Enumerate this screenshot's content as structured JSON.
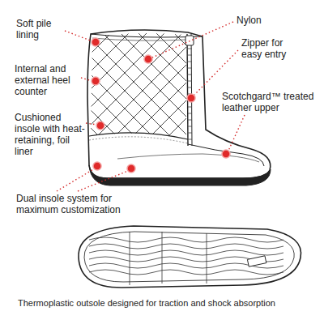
{
  "diagram": {
    "caption": "Thermoplastic outsole designed for traction and shock absorption",
    "labels": [
      "Soft pile lining",
      "Nylon",
      "Zipper for easy entry",
      "Internal and external heel counter",
      "Scotchgard™ treated leather upper",
      "Cushioned insole with heat-retaining, foil liner",
      "Dual insole system for maximum customization"
    ]
  }
}
